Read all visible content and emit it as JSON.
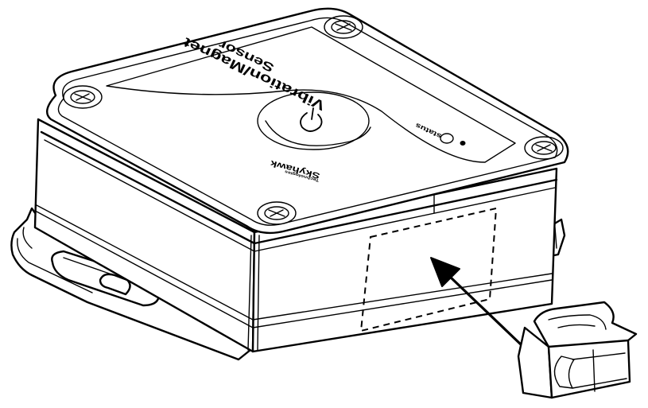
{
  "device": {
    "title_line1": "Vibration/Magnet",
    "title_line2": "Sensor",
    "status_label": "status",
    "brand": "Skyhawk",
    "brand_sub": "Technologies"
  },
  "callout": {
    "arrow_target": "dashed mounting area",
    "accessory": "mounting clip"
  }
}
